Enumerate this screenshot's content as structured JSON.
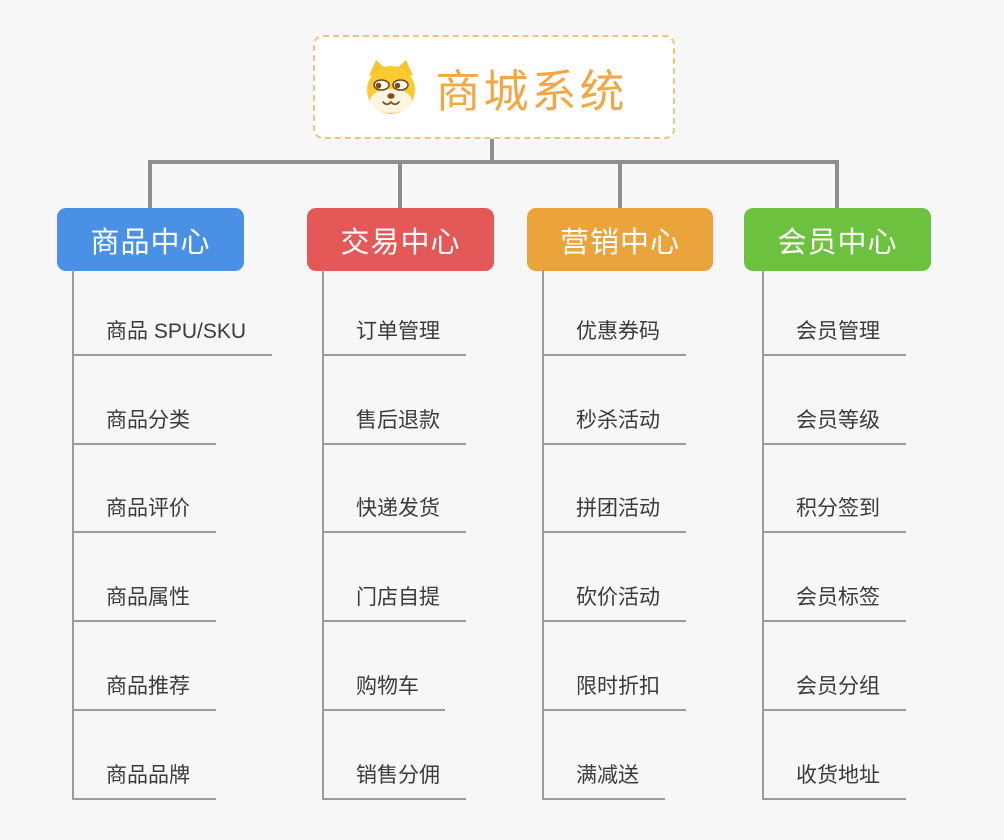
{
  "page": {
    "background_color": "#f7f7f7",
    "connector_color": "#8e8e8e",
    "child_line_color": "#9c9c9c",
    "leaf_text_color": "#3b3b3b"
  },
  "root": {
    "title": "商城系统",
    "icon": "dog-face-icon",
    "title_color": "#f1a843",
    "border_color": "#f3c37c",
    "background_color": "#ffffff"
  },
  "branches": [
    {
      "label": "商品中心",
      "color": "#4a91e6",
      "items": [
        "商品 SPU/SKU",
        "商品分类",
        "商品评价",
        "商品属性",
        "商品推荐",
        "商品品牌"
      ]
    },
    {
      "label": "交易中心",
      "color": "#e45858",
      "items": [
        "订单管理",
        "售后退款",
        "快递发货",
        "门店自提",
        "购物车",
        "销售分佣"
      ]
    },
    {
      "label": "营销中心",
      "color": "#eba43c",
      "items": [
        "优惠券码",
        "秒杀活动",
        "拼团活动",
        "砍价活动",
        "限时折扣",
        "满减送"
      ]
    },
    {
      "label": "会员中心",
      "color": "#6cc13f",
      "items": [
        "会员管理",
        "会员等级",
        "积分签到",
        "会员标签",
        "会员分组",
        "收货地址"
      ]
    }
  ]
}
